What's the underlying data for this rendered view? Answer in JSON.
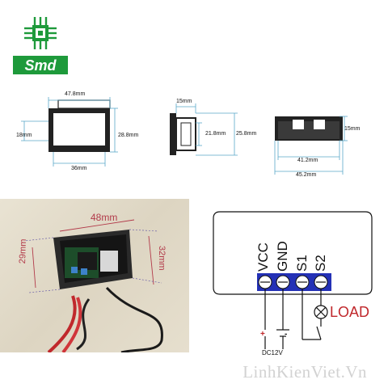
{
  "logo": {
    "text": "Smd"
  },
  "front_view": {
    "width": "47.8mm",
    "height_outer": "28.8mm",
    "height_inner": "18mm",
    "bottom": "36mm"
  },
  "side_view": {
    "depth": "15mm",
    "height_inner": "21.8mm",
    "height_outer": "25.8mm"
  },
  "top_view": {
    "depth": "15mm",
    "inner": "41.2mm",
    "outer": "45.2mm"
  },
  "photo": {
    "width_label": "48mm",
    "height_label": "29mm",
    "depth_label": "32mm"
  },
  "wiring": {
    "terminals": [
      "VCC",
      "GND",
      "S1",
      "S2"
    ],
    "load_label": "LOAD",
    "supply_label": "DC12V",
    "plus": "+",
    "minus": "-"
  },
  "watermark": "LinhKienViet.Vn"
}
